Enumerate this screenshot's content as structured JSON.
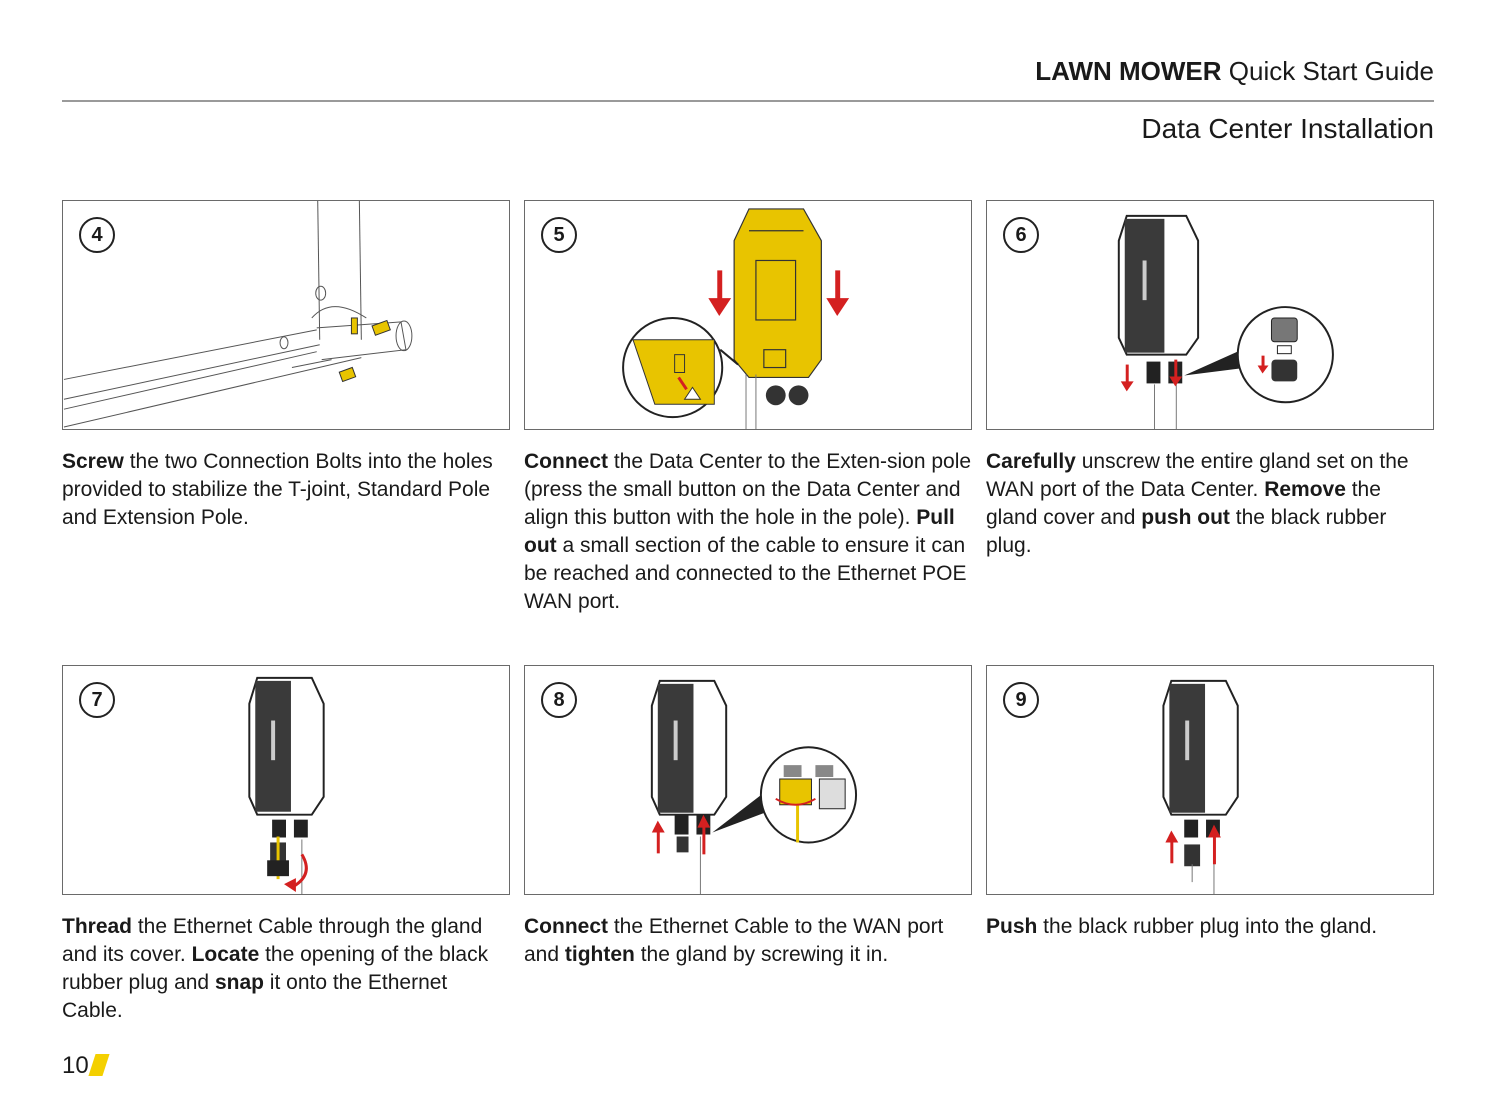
{
  "header": {
    "brand_bold": "LAWN MOWER",
    "brand_light": "Quick Start Guide",
    "section_title": "Data Center Installation"
  },
  "steps": [
    {
      "number": "4",
      "parts": [
        {
          "t": "Screw",
          "b": true
        },
        {
          "t": " the two Connection Bolts into the holes provided to stabilize the T-joint, Standard Pole and Extension Pole.",
          "b": false
        }
      ]
    },
    {
      "number": "5",
      "parts": [
        {
          "t": "Connect",
          "b": true
        },
        {
          "t": " the Data Center to the Exten-sion pole (press the small button on the Data Center and align this button with the hole in the pole). ",
          "b": false
        },
        {
          "t": "Pull out",
          "b": true
        },
        {
          "t": " a small section of the cable to ensure it can be reached and connected to the Ethernet POE WAN port.",
          "b": false
        }
      ]
    },
    {
      "number": "6",
      "parts": [
        {
          "t": "Carefully",
          "b": true
        },
        {
          "t": " unscrew the entire gland set on the WAN port of the Data Center. ",
          "b": false
        },
        {
          "t": "Remove",
          "b": true
        },
        {
          "t": " the gland cover and ",
          "b": false
        },
        {
          "t": "push out",
          "b": true
        },
        {
          "t": " the black rubber plug.",
          "b": false
        }
      ]
    },
    {
      "number": "7",
      "parts": [
        {
          "t": "Thread",
          "b": true
        },
        {
          "t": " the Ethernet Cable through the gland and its cover. ",
          "b": false
        },
        {
          "t": "Locate",
          "b": true
        },
        {
          "t": " the opening of the black rubber plug and ",
          "b": false
        },
        {
          "t": "snap",
          "b": true
        },
        {
          "t": " it onto the Ethernet Cable.",
          "b": false
        }
      ]
    },
    {
      "number": "8",
      "parts": [
        {
          "t": "Connect",
          "b": true
        },
        {
          "t": " the Ethernet Cable to the WAN port and ",
          "b": false
        },
        {
          "t": "tighten",
          "b": true
        },
        {
          "t": " the gland by screwing it in.",
          "b": false
        }
      ]
    },
    {
      "number": "9",
      "parts": [
        {
          "t": "Push",
          "b": true
        },
        {
          "t": " the black rubber plug into the gland.",
          "b": false
        }
      ]
    }
  ],
  "footer": {
    "page_number": "10"
  },
  "colors": {
    "accent_yellow": "#f4d000",
    "device_yellow": "#e8c400",
    "arrow_red": "#d42020"
  }
}
